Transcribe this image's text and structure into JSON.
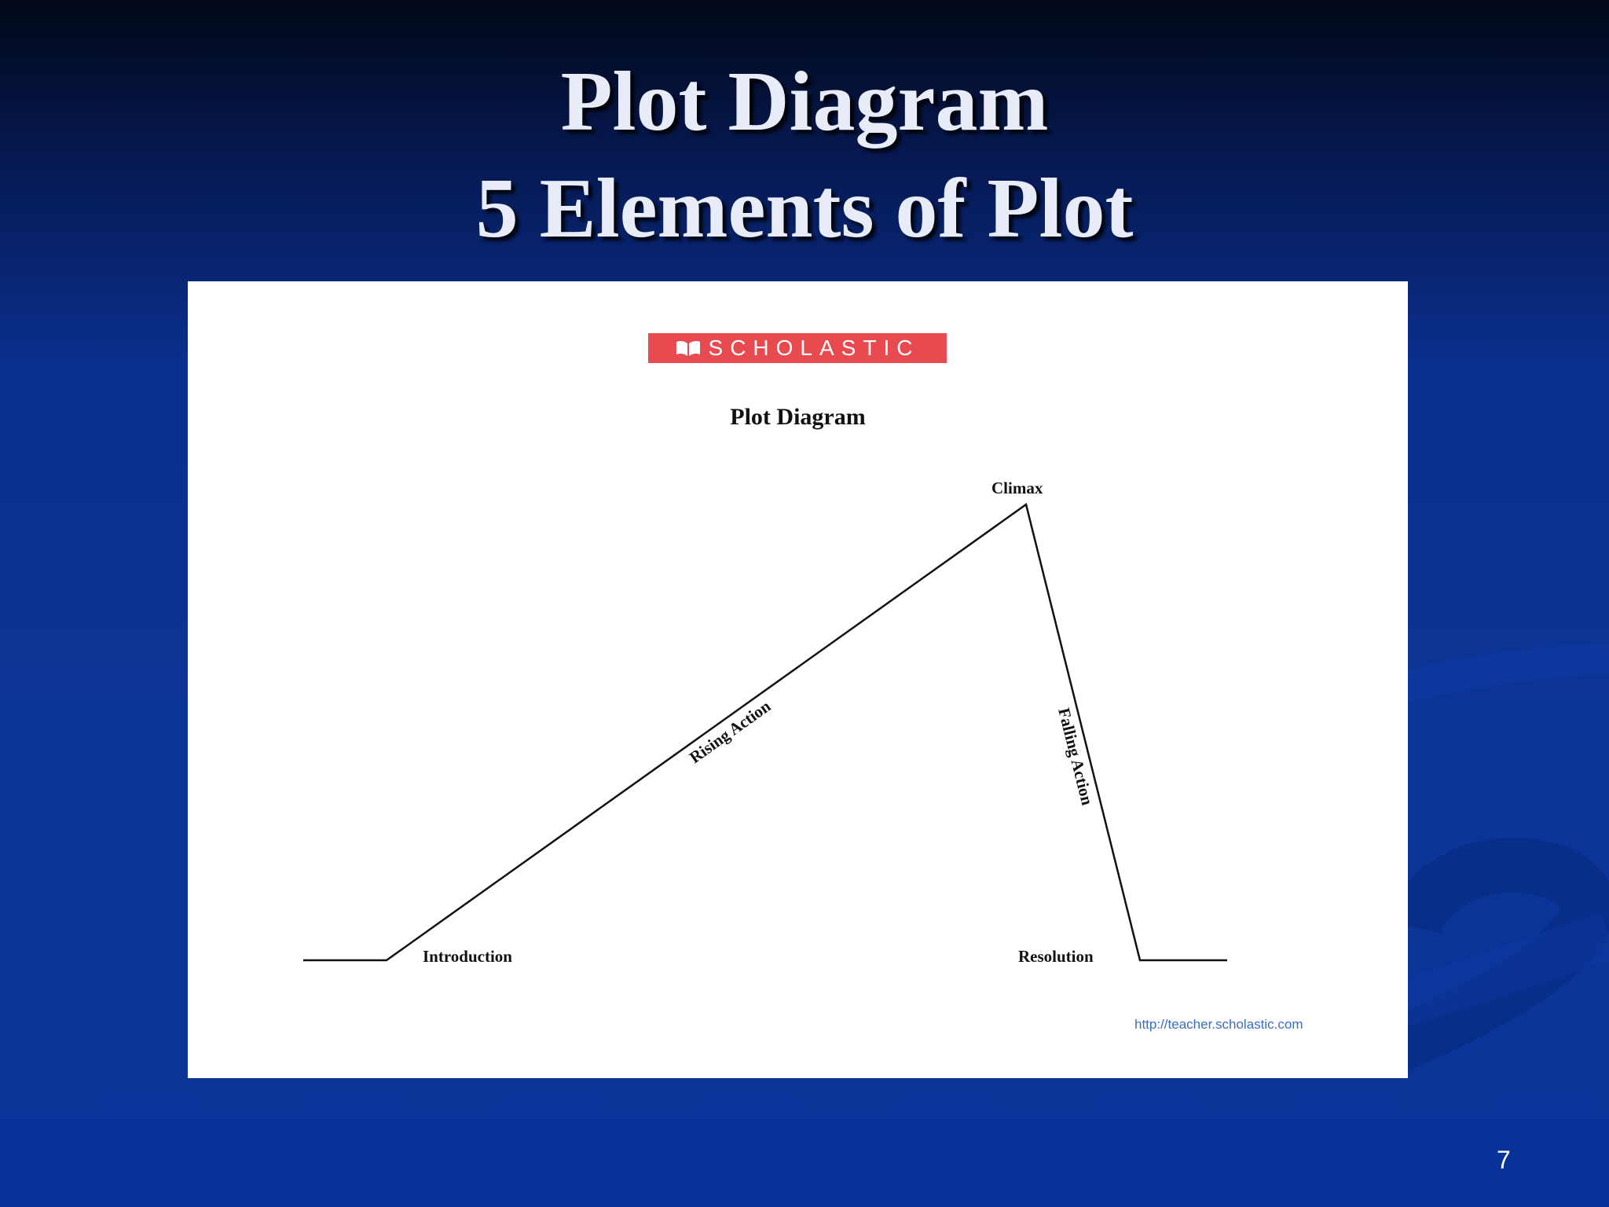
{
  "slide": {
    "title_line1": "Plot Diagram",
    "title_line2": "5 Elements of Plot",
    "slide_number": "7"
  },
  "figure": {
    "logo_text": "SCHOLASTIC",
    "heading": "Plot Diagram",
    "source_url": "http://teacher.scholastic.com",
    "labels": {
      "introduction": "Introduction",
      "rising_action": "Rising Action",
      "climax": "Climax",
      "falling_action": "Falling Action",
      "resolution": "Resolution"
    }
  },
  "colors": {
    "background": "#0a3399",
    "logo": "#e94a4f",
    "title_text": "#e8ecf8",
    "url_text": "#3a6ebf"
  },
  "icons": {
    "logo_icon": "open-book-icon"
  }
}
